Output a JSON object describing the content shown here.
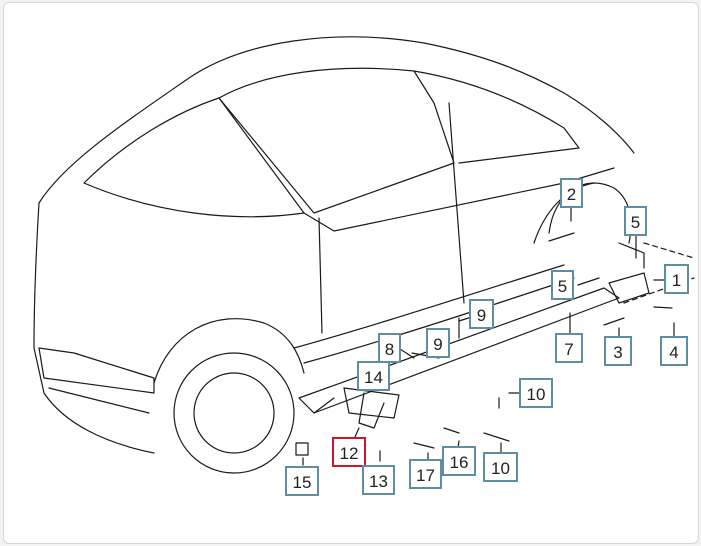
{
  "colors": {
    "callout_border": "#5f8ea3",
    "selected_border": "#c8192b",
    "line": "#1a1a1a"
  },
  "selected_part": "12",
  "callouts": [
    {
      "id": "p2",
      "label": "2"
    },
    {
      "id": "p5a",
      "label": "5"
    },
    {
      "id": "p1",
      "label": "1"
    },
    {
      "id": "p5b",
      "label": "5"
    },
    {
      "id": "p9a",
      "label": "9"
    },
    {
      "id": "p8",
      "label": "8"
    },
    {
      "id": "p9b",
      "label": "9"
    },
    {
      "id": "p14",
      "label": "14"
    },
    {
      "id": "p7",
      "label": "7"
    },
    {
      "id": "p3",
      "label": "3"
    },
    {
      "id": "p4",
      "label": "4"
    },
    {
      "id": "p10a",
      "label": "10"
    },
    {
      "id": "p12",
      "label": "12"
    },
    {
      "id": "p16",
      "label": "16"
    },
    {
      "id": "p10b",
      "label": "10"
    },
    {
      "id": "p17",
      "label": "17"
    },
    {
      "id": "p13",
      "label": "13"
    },
    {
      "id": "p15",
      "label": "15"
    }
  ]
}
